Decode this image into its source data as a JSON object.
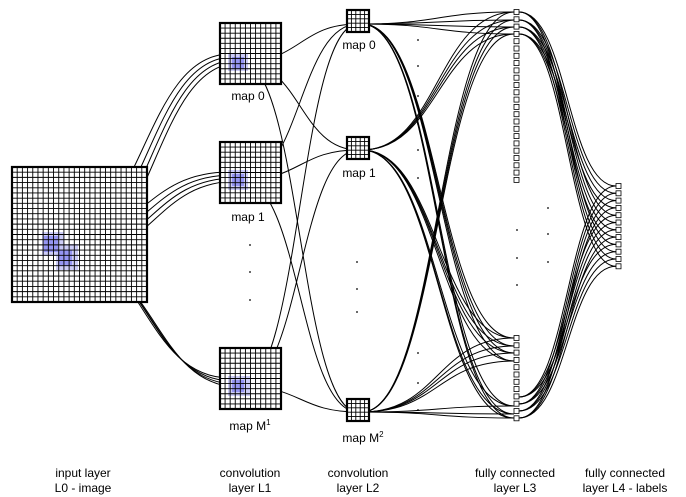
{
  "map_labels": {
    "l1_map0": "map 0",
    "l1_map1": "map 1",
    "l1_mapM": "map M",
    "l1_mapM_sup": "1",
    "l2_map0": "map 0",
    "l2_map1": "map 1",
    "l2_mapM": "map M",
    "l2_mapM_sup": "2"
  },
  "layer_captions": [
    {
      "line1": "input layer",
      "line2": "L0 - image"
    },
    {
      "line1": "convolution",
      "line2": "layer L1"
    },
    {
      "line1": "convolution",
      "line2": "layer L2"
    },
    {
      "line1": "fully connected",
      "line2": "layer L3"
    },
    {
      "line1": "fully connected",
      "line2": "layer L4 - labels"
    }
  ],
  "colors": {
    "line": "#000000",
    "highlight": "#8c8cf2",
    "highlight_light": "#c4c4f7"
  }
}
